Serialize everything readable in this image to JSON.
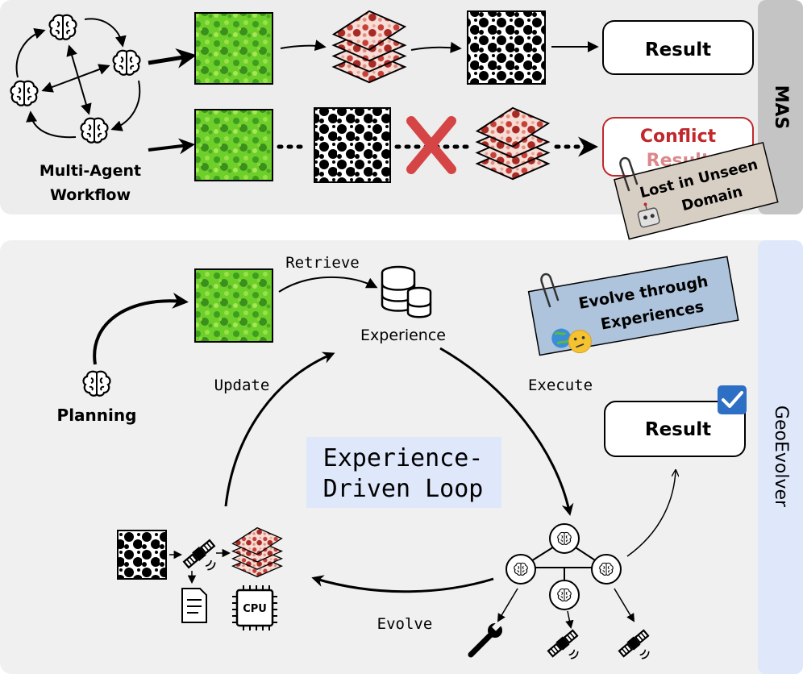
{
  "mas": {
    "side_label": "MAS",
    "workflow_label_1": "Multi-Agent",
    "workflow_label_2": "Workflow",
    "result_label": "Result",
    "conflict_label_1": "Conflict",
    "conflict_label_2": "Result",
    "note_line_1": "Lost in Unseen",
    "note_line_2": "Domain"
  },
  "geoevolver": {
    "side_label": "GeoEvolver",
    "retrieve_label": "Retrieve",
    "experience_label": "Experience",
    "planning_label": "Planning",
    "update_label": "Update",
    "execute_label": "Execute",
    "evolve_label": "Evolve",
    "loop_label_1": "Experience-",
    "loop_label_2": "Driven Loop",
    "note_line_1": "Evolve through",
    "note_line_2": "Experiences",
    "result_label": "Result",
    "cpu_label": "CPU"
  },
  "colors": {
    "panel_top": "#ededed",
    "panel_bottom": "#f0f0f0",
    "side_top": "#c4c4c4",
    "side_bottom": "#dfe7fb",
    "conflict": "#c0282d",
    "cross": "#d64545",
    "note_top": "#d8cfc4",
    "note_bottom": "#aec3dc",
    "check": "#2d6fc4",
    "green_map": "#6ccf2a",
    "red_map": "#c64038",
    "loop_highlight": "#dfe7fb"
  }
}
